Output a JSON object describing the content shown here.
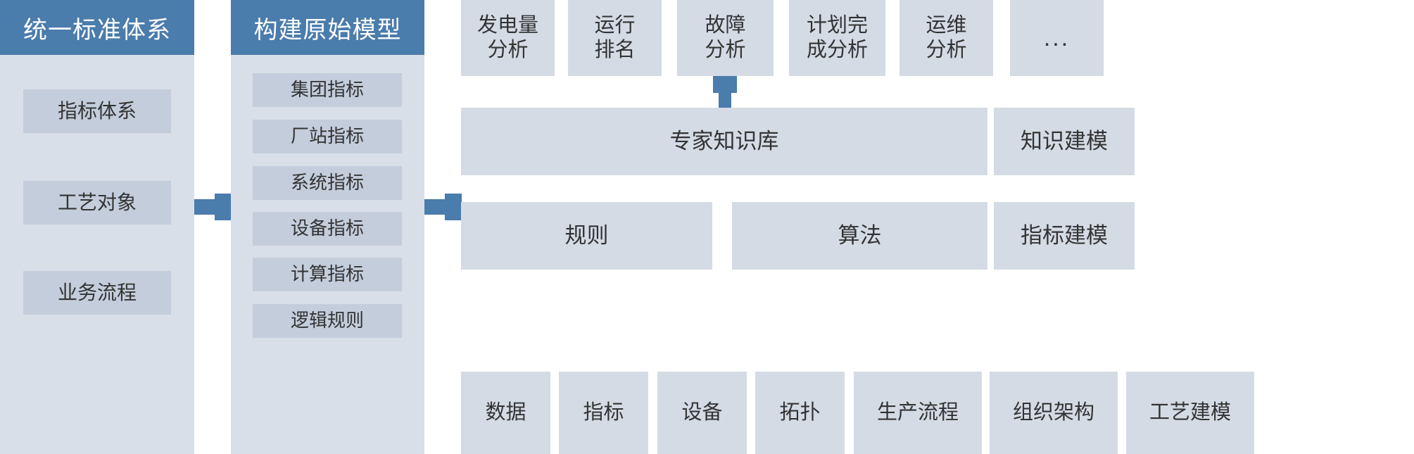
{
  "diagram": {
    "title_unified": "统一标准体系",
    "title_model": "构建原始模型"
  },
  "left_panel": {
    "header": "统一标准体系",
    "items": [
      {
        "label": "指标体系"
      },
      {
        "label": "工艺对象"
      },
      {
        "label": "业务流程"
      }
    ]
  },
  "middle_panel": {
    "header": "构建原始模型",
    "items": [
      {
        "label": "集团指标"
      },
      {
        "label": "厂站指标"
      },
      {
        "label": "系统指标"
      },
      {
        "label": "设备指标"
      },
      {
        "label": "计算指标"
      },
      {
        "label": "逻辑规则"
      }
    ]
  },
  "right_area": {
    "analysis_row": [
      {
        "label": "发电量\n分析"
      },
      {
        "label": "运行\n排名"
      },
      {
        "label": "故障\n分析"
      },
      {
        "label": "计划完\n成分析"
      },
      {
        "label": "运维\n分析"
      },
      {
        "label": "..."
      }
    ],
    "knowledge_row": [
      {
        "label": "专家知识库"
      },
      {
        "label": "知识建模"
      }
    ],
    "rules_row": [
      {
        "label": "规则"
      },
      {
        "label": "算法"
      },
      {
        "label": "指标建模"
      }
    ],
    "foundation_row": [
      {
        "label": "数据"
      },
      {
        "label": "指标"
      },
      {
        "label": "设备"
      },
      {
        "label": "拓扑"
      },
      {
        "label": "生产流程"
      },
      {
        "label": "组织架构"
      },
      {
        "label": "工艺建模"
      }
    ]
  },
  "connectors": [
    {
      "name": "left-to-middle",
      "direction": "right"
    },
    {
      "name": "middle-to-right",
      "direction": "right"
    },
    {
      "name": "fault-analysis-to-knowledge-base",
      "direction": "down"
    }
  ],
  "colors": {
    "header_blue": "#4a7cac",
    "panel_bg": "#d9dfe8",
    "card_bg": "#c3cddc",
    "right_card_bg": "#d5dbe5",
    "text": "#333333",
    "header_text": "#ffffff"
  }
}
